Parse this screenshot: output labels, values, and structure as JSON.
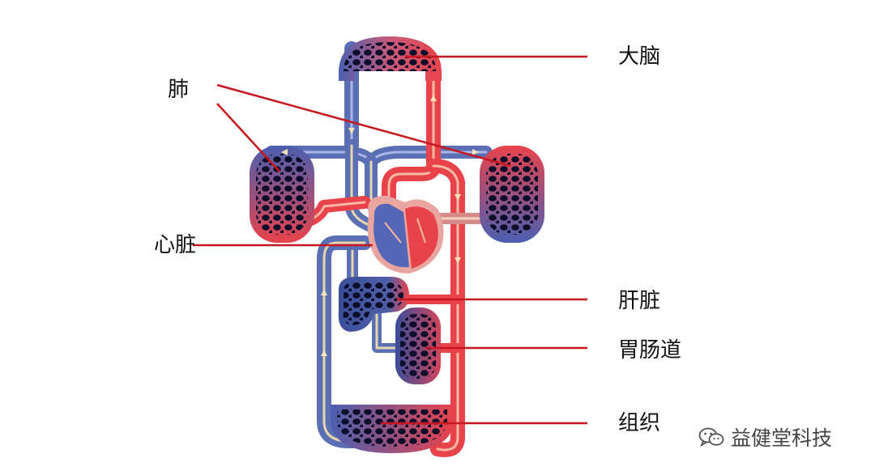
{
  "labels": {
    "brain": "大脑",
    "lung": "肺",
    "heart": "心脏",
    "liver": "肝脏",
    "gi_tract": "胃肠道",
    "tissue": "组织"
  },
  "watermark": {
    "text": "益健堂科技",
    "icon": "wechat-icon"
  },
  "colors": {
    "oxygenated": "#e8434b",
    "deoxygenated": "#5b6fb5",
    "pointer": "#c8171e",
    "cell_dark": "#0d0e2a"
  }
}
